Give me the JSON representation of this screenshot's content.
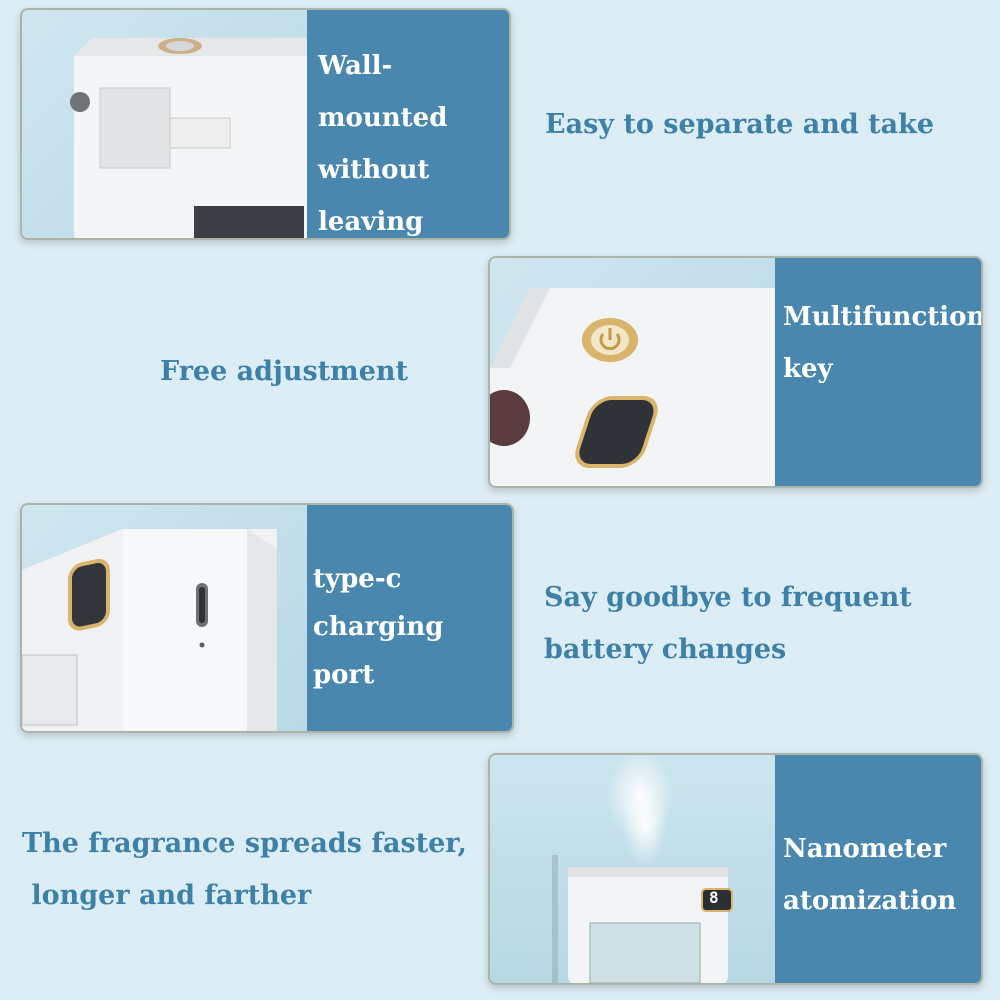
{
  "rows": [
    {
      "panel_text": "Wall-mounted\nwithout leaving\na trace",
      "side_text": "Easy to separate and take"
    },
    {
      "panel_text": "Multifunctional\nkey",
      "side_text": "Free adjustment"
    },
    {
      "panel_text": "type-c\ncharging port",
      "side_text": "Say goodbye to frequent\nbattery changes"
    },
    {
      "panel_text": "Nanometer\natomization",
      "side_text": "The fragrance spreads faster,\n longer and farther",
      "display_digit": "8"
    }
  ],
  "colors": {
    "background": "#dcedf5",
    "panel": "#4a87ae",
    "side_text": "#3d80a8",
    "gold": "#d9b46a"
  }
}
